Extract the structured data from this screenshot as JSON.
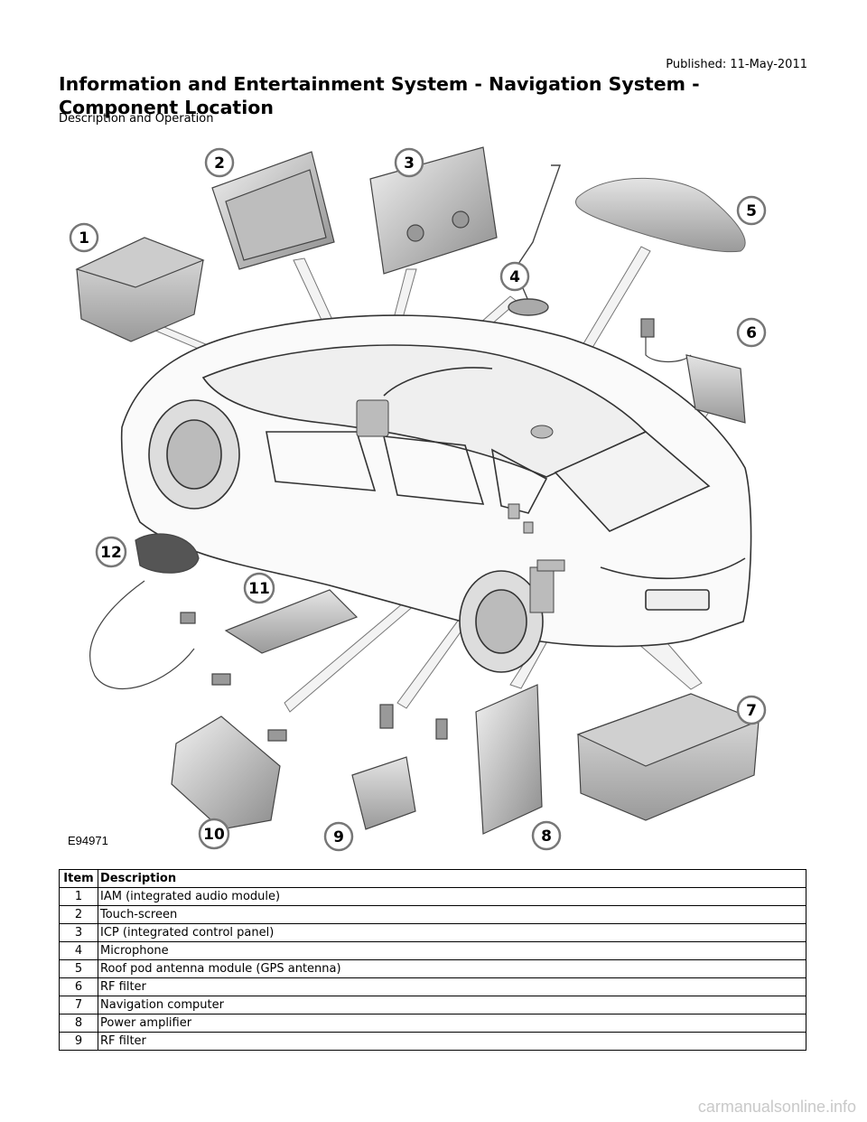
{
  "header": {
    "published": "Published: 11-May-2011",
    "title": "Information and Entertainment System - Navigation System    - Component Location",
    "subtitle": "Description and Operation"
  },
  "figure": {
    "id": "E94971",
    "callouts": [
      "1",
      "2",
      "3",
      "4",
      "5",
      "6",
      "7",
      "8",
      "9",
      "10",
      "11",
      "12"
    ]
  },
  "table": {
    "headers": [
      "Item",
      "Description"
    ],
    "rows": [
      {
        "item": "1",
        "description": "IAM (integrated audio module)"
      },
      {
        "item": "2",
        "description": "Touch-screen"
      },
      {
        "item": "3",
        "description": "ICP (integrated control panel)"
      },
      {
        "item": "4",
        "description": "Microphone"
      },
      {
        "item": "5",
        "description": "Roof pod antenna module (GPS antenna)"
      },
      {
        "item": "6",
        "description": "RF filter"
      },
      {
        "item": "7",
        "description": "Navigation computer"
      },
      {
        "item": "8",
        "description": "Power amplifier"
      },
      {
        "item": "9",
        "description": "RF filter"
      }
    ]
  },
  "watermark": "carmanualsonline.info"
}
